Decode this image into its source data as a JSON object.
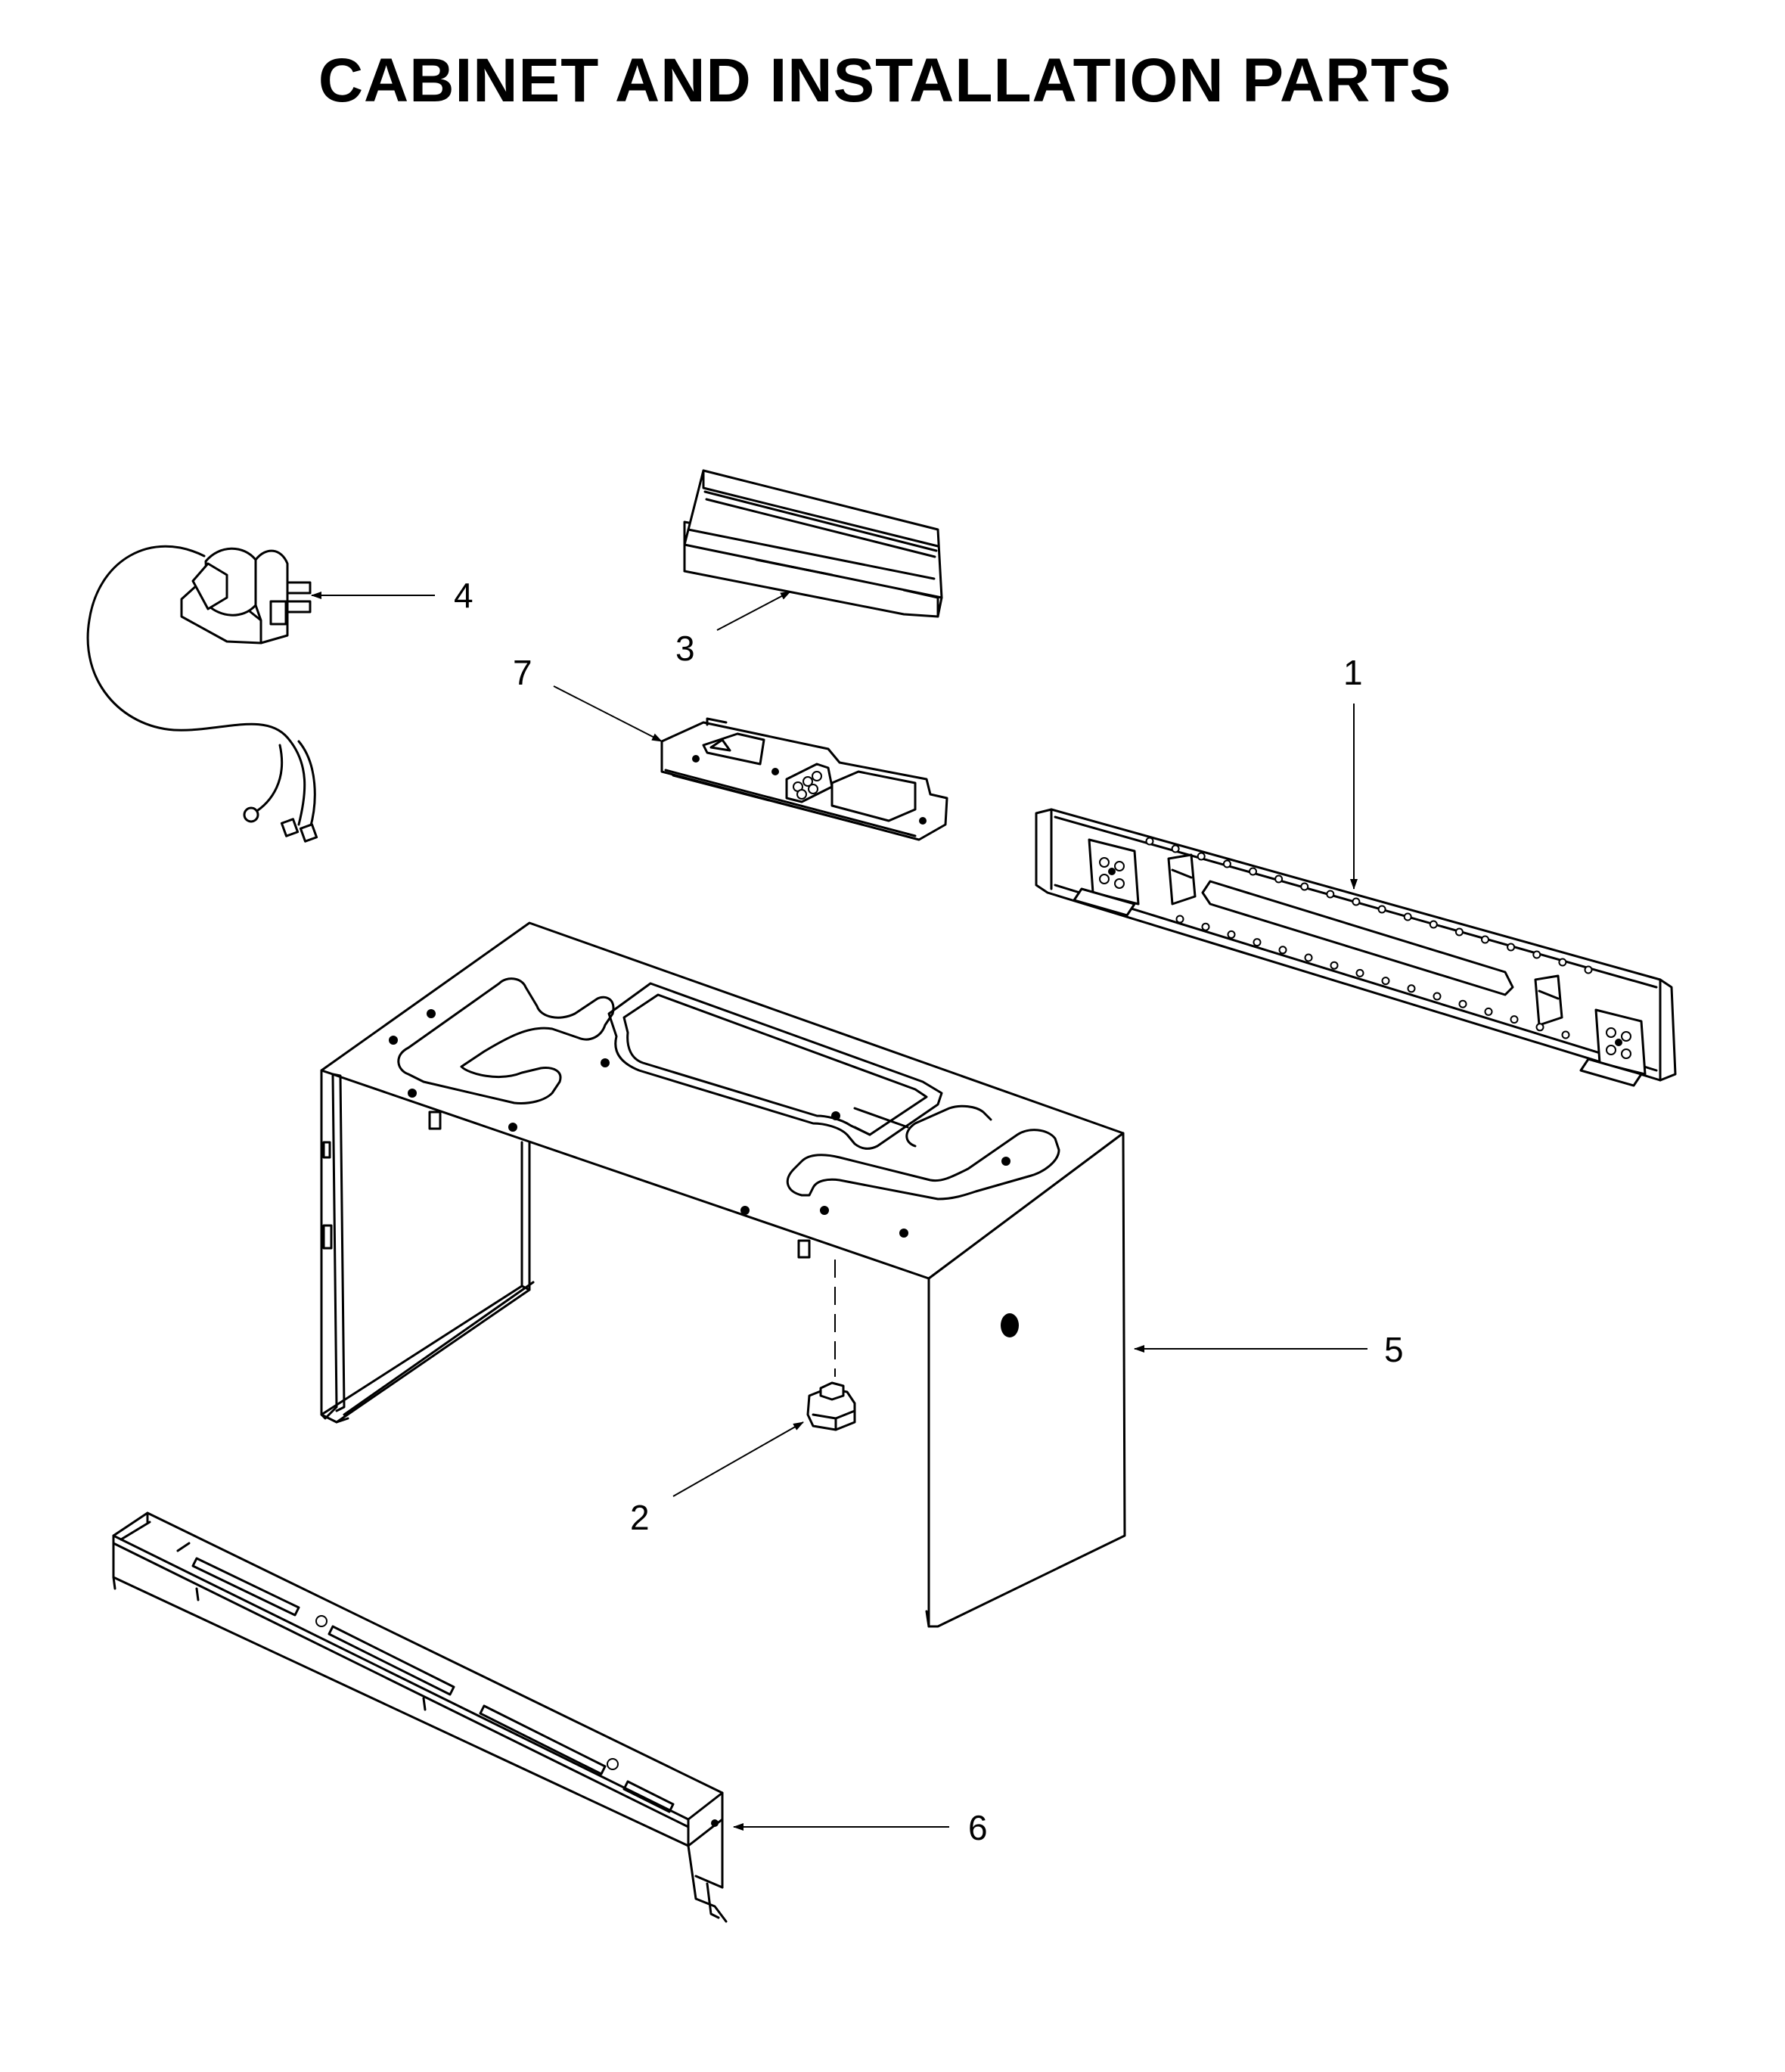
{
  "title": "CABINET AND INSTALLATION PARTS",
  "colors": {
    "line": "#000000",
    "background": "#ffffff"
  },
  "callouts": [
    {
      "id": "1",
      "label": "1"
    },
    {
      "id": "2",
      "label": "2"
    },
    {
      "id": "3",
      "label": "3"
    },
    {
      "id": "4",
      "label": "4"
    },
    {
      "id": "5",
      "label": "5"
    },
    {
      "id": "6",
      "label": "6"
    },
    {
      "id": "7",
      "label": "7"
    }
  ]
}
